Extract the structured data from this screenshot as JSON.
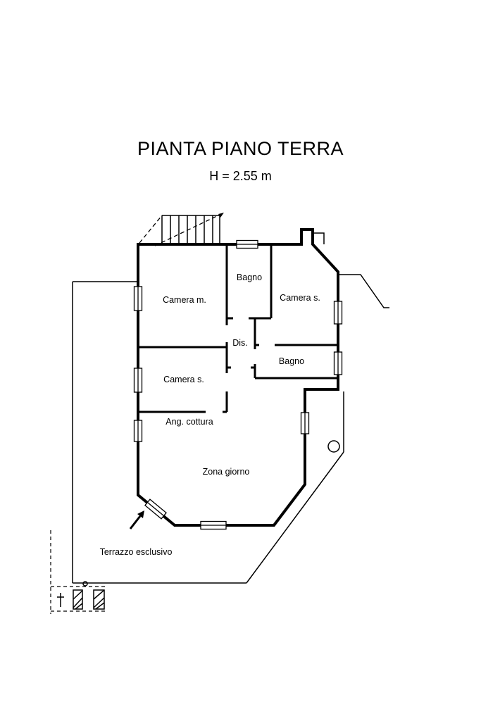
{
  "title": "PIANTA PIANO TERRA",
  "subtitle": "H = 2.55 m",
  "floor_plan": {
    "rooms": [
      {
        "label": "Camera m."
      },
      {
        "label": "Bagno"
      },
      {
        "label": "Camera s."
      },
      {
        "label": "Dis."
      },
      {
        "label": "Bagno"
      },
      {
        "label": "Camera s."
      },
      {
        "label": "Ang. cottura"
      },
      {
        "label": "Zona giorno"
      },
      {
        "label": "Terrazzo esclusivo"
      }
    ],
    "colors": {
      "line": "#000000",
      "background": "#ffffff"
    }
  }
}
